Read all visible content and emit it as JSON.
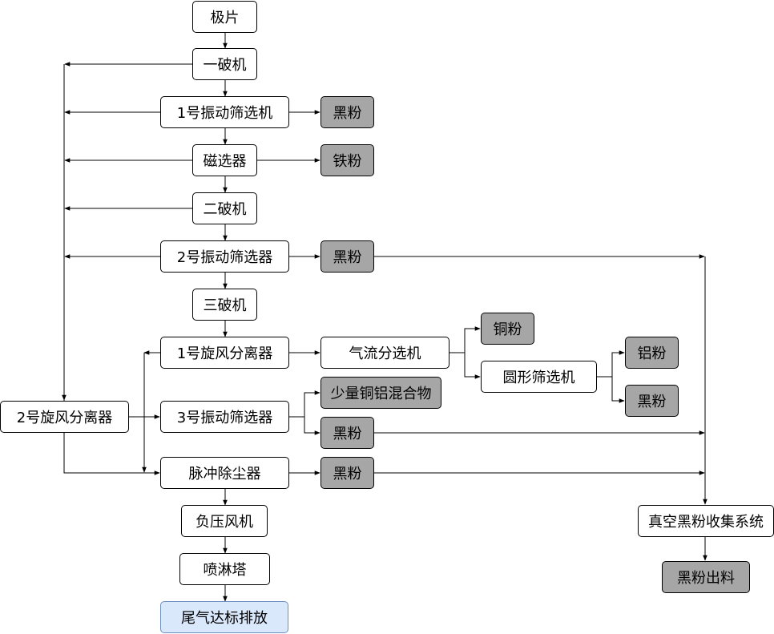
{
  "colors": {
    "box_fill": "#ffffff",
    "output_fill": "#a6a6a6",
    "final_fill": "#dae8fc",
    "final_border": "#6c8ebf",
    "line": "#000000"
  },
  "nodes": {
    "jipian": "极片",
    "yipoji": "一破机",
    "zhendong1": "1号振动筛选机",
    "heifen1": "黑粉",
    "cixuanqi": "磁选器",
    "tiefen": "铁粉",
    "erpoji": "二破机",
    "zhendong2": "2号振动筛选器",
    "heifen2": "黑粉",
    "sanpoji": "三破机",
    "xuanfeng1": "1号旋风分离器",
    "qiliu": "气流分选机",
    "tongfen": "铜粉",
    "yuanxing": "圆形筛选机",
    "lvfen": "铝粉",
    "heifen3": "黑粉",
    "xuanfeng2": "2号旋风分离器",
    "zhendong3": "3号振动筛选器",
    "hunhewu": "少量铜铝混合物",
    "heifen4": "黑粉",
    "maichong": "脉冲除尘器",
    "heifen5": "黑粉",
    "fuya": "负压风机",
    "penlin": "喷淋塔",
    "weiqi": "尾气达标排放",
    "zhenkong": "真空黑粉收集系统",
    "chuliao": "黑粉出料"
  }
}
